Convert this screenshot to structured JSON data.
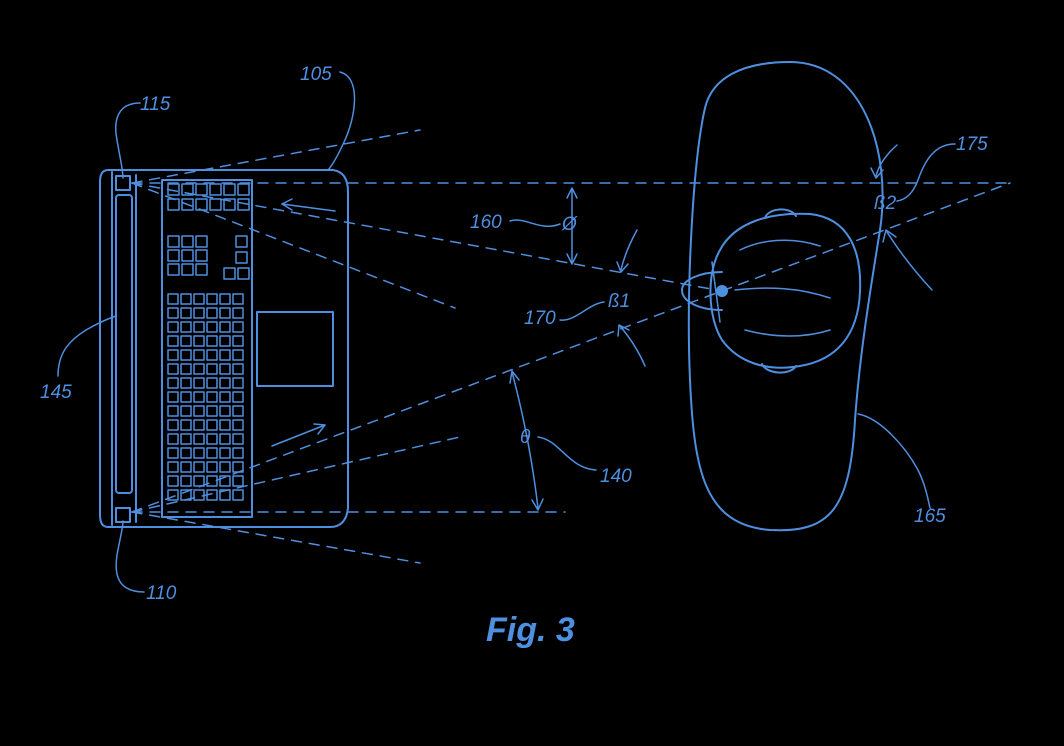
{
  "figure": {
    "caption": "Fig. 3",
    "line_color": "#4f8fe0",
    "background": "#000000"
  },
  "labels": {
    "laptop": "105",
    "camera_top": "115",
    "camera_bottom": "110",
    "display": "145",
    "angle_phi_ref": "160",
    "angle_phi_symbol": "Ø",
    "angle_b1_ref": "170",
    "angle_b1_symbol": "ß1",
    "angle_b2_ref": "175",
    "angle_b2_symbol": "ß2",
    "angle_theta_ref": "140",
    "angle_theta_symbol": "θ",
    "user": "165"
  }
}
